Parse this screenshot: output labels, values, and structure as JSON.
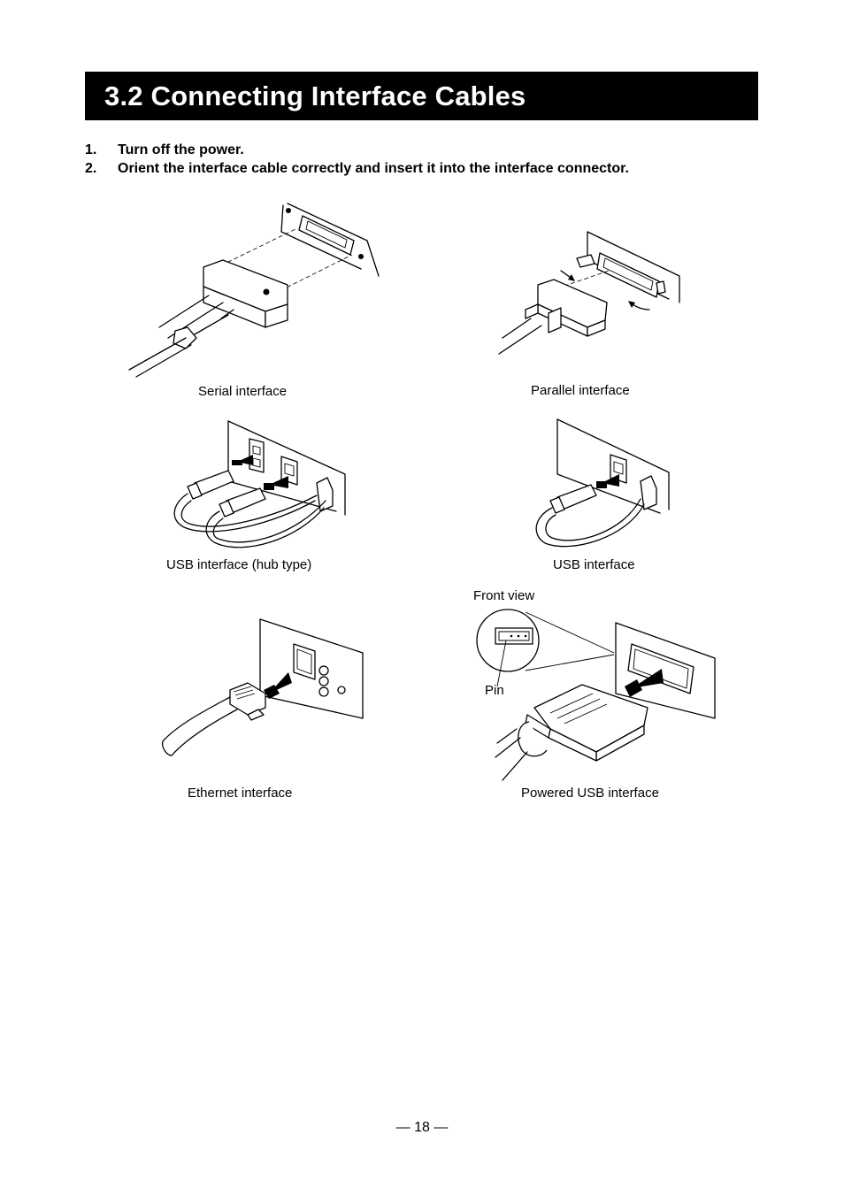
{
  "section": {
    "title": "3.2  Connecting Interface Cables"
  },
  "steps": [
    {
      "num": "1.",
      "text": "Turn off the power."
    },
    {
      "num": "2.",
      "text": "Orient the interface cable correctly and insert it into the interface connector."
    }
  ],
  "figures": {
    "serial": {
      "caption": "Serial interface"
    },
    "parallel": {
      "caption": "Parallel interface"
    },
    "usb_hub": {
      "caption": "USB interface (hub type)"
    },
    "usb": {
      "caption": "USB interface"
    },
    "ethernet": {
      "caption": "Ethernet interface"
    },
    "powered_usb": {
      "caption": "Powered USB interface",
      "front_view_label": "Front view",
      "pin_label": "Pin"
    }
  },
  "footer": {
    "page_number": "— 18 —"
  }
}
